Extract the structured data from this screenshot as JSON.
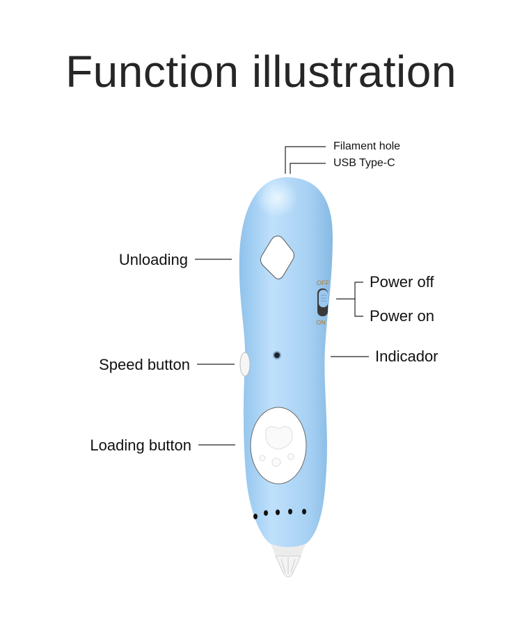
{
  "title": "Function illustration",
  "labels": {
    "filament_hole": "Filament hole",
    "usb": "USB Type-C",
    "unloading": "Unloading",
    "power_off": "Power off",
    "power_on": "Power on",
    "indicator": "Indicador",
    "speed_button": "Speed button",
    "loading_button": "Loading button"
  },
  "switch": {
    "off": "OFF",
    "on": "ON"
  },
  "colors": {
    "pen_body": "#a9d3f5",
    "button": "#ffffff",
    "switch_text": "#b07a2a",
    "line": "#222222"
  }
}
